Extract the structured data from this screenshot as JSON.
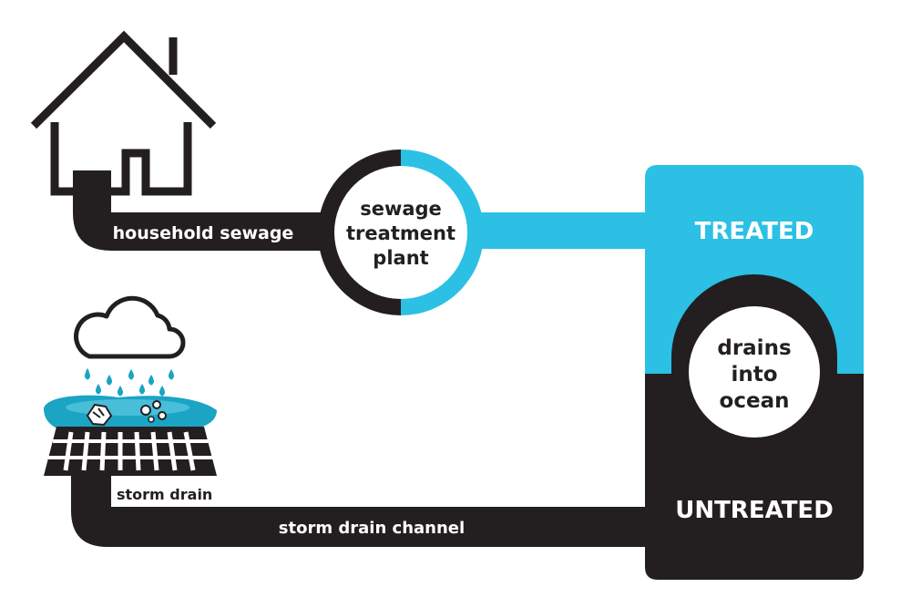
{
  "labels": {
    "household_sewage": "household sewage",
    "plant_line1": "sewage",
    "plant_line2": "treatment",
    "plant_line3": "plant",
    "treated": "TREATED",
    "untreated": "UNTREATED",
    "ocean_line1": "drains",
    "ocean_line2": "into",
    "ocean_line3": "ocean",
    "storm_drain": "storm drain",
    "storm_drain_channel": "storm drain channel"
  },
  "colors": {
    "dark": "#231f20",
    "blue": "#2bc0e4",
    "puddle": "#1ba4c4",
    "white": "#ffffff"
  },
  "icons": [
    "house-icon",
    "cloud-icon",
    "raindrop-icon",
    "puddle-icon",
    "debris-icon",
    "storm-grate-icon"
  ]
}
